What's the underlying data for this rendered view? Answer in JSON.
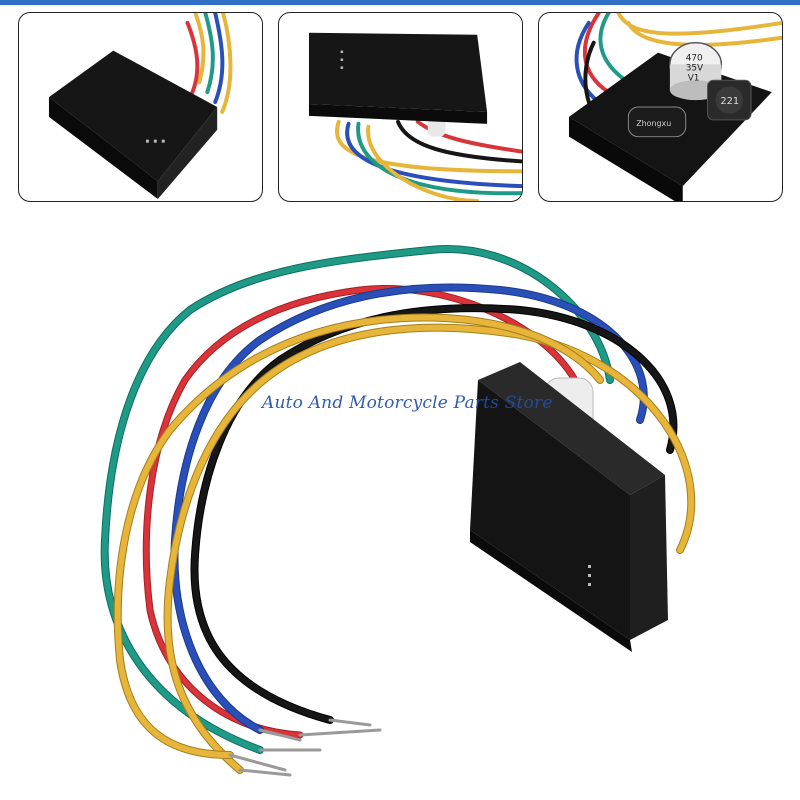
{
  "watermark": {
    "text": "Auto And Motorcycle Parts Store"
  },
  "capacitor": {
    "line1": "470",
    "line2": "35V",
    "line3": "V1"
  },
  "inductor": {
    "label": "221"
  },
  "cap_small": {
    "brand": "Zhongxu"
  },
  "colors": {
    "accent_bar": "#2f6fc4",
    "module_body": "#121212",
    "wire_green": "#1f9a86",
    "wire_red": "#d8343a",
    "wire_yellow": "#e6b53a",
    "wire_blue": "#2b4fb8",
    "wire_black": "#161616",
    "watermark": "#1f4fa8"
  }
}
